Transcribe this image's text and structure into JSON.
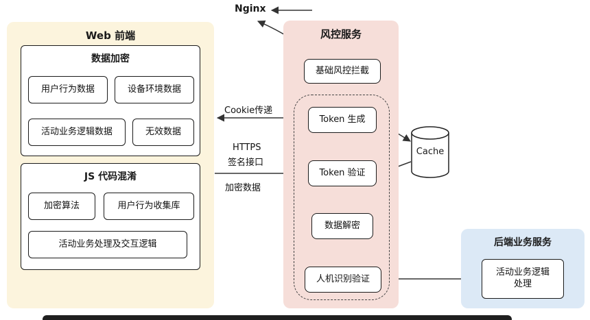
{
  "nginx_label": "Nginx",
  "web_frontend": {
    "title": "Web 前端",
    "data_encryption": {
      "title": "数据加密",
      "items": [
        "用户行为数据",
        "设备环境数据",
        "活动业务逻辑数据",
        "无效数据"
      ]
    },
    "js_obfuscation": {
      "title": "JS 代码混淆",
      "items": [
        "加密算法",
        "用户行为收集库",
        "活动业务处理及交互逻辑"
      ]
    }
  },
  "risk_control": {
    "title": "风控服务",
    "basic_block": "基础风控拦截",
    "pipeline": [
      "Token 生成",
      "Token 验证",
      "数据解密",
      "人机识别验证"
    ]
  },
  "cache_label": "Cache",
  "backend": {
    "title": "后端业务服务",
    "box": "活动业务逻辑处理"
  },
  "edge_labels": {
    "cookie": "Cookie传递",
    "https_line1": "HTTPS",
    "https_line2": "签名接口",
    "encrypted": "加密数据"
  },
  "colors": {
    "frontend_bg": "#fcf4dd",
    "risk_bg": "#f6ded9",
    "backend_bg": "#dce9f6",
    "arrow": "#333333"
  }
}
